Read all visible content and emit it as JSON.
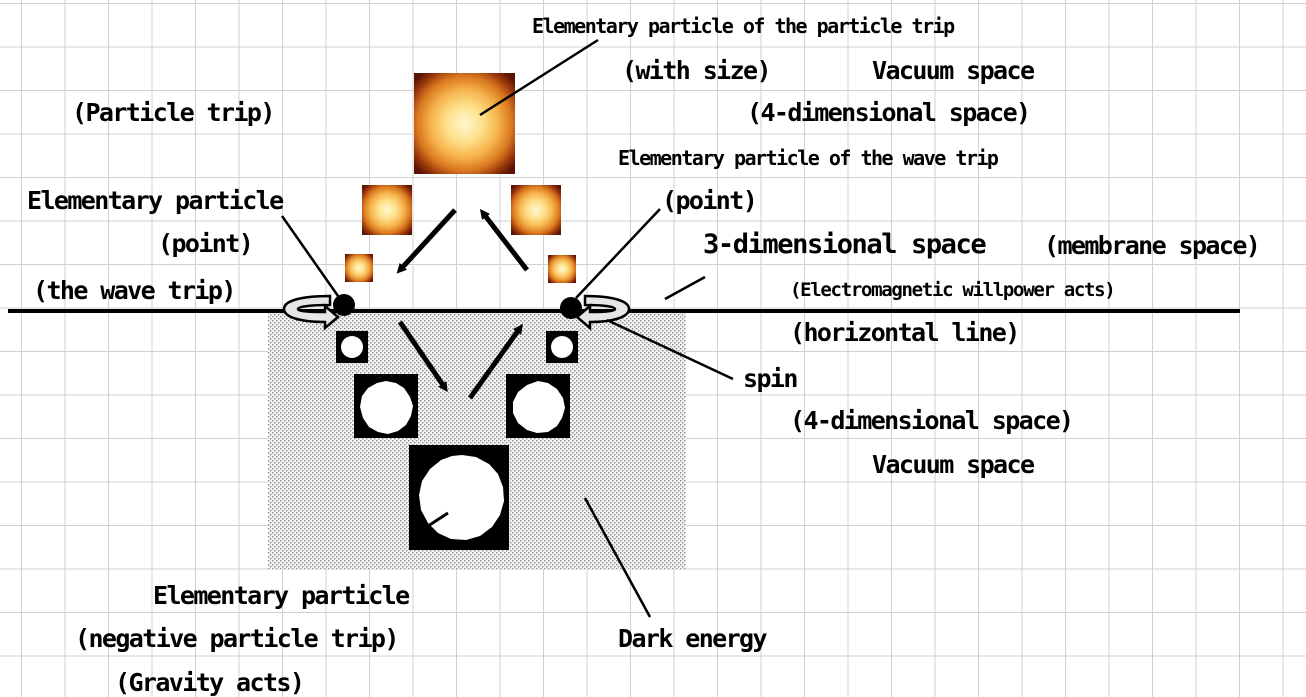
{
  "labels": {
    "particle_trip": "(Particle trip)",
    "elem_particle_particle_trip": "Elementary particle of the particle trip",
    "with_size": "(with size)",
    "vacuum_space_top": "Vacuum space",
    "four_dim_top": "(4-dimensional space)",
    "elem_particle_wave_trip": "Elementary particle of the wave trip",
    "point_right": "(point)",
    "elem_particle_left": "Elementary particle",
    "point_left": "(point)",
    "the_wave_trip": "(the wave trip)",
    "three_dim": "3-dimensional space",
    "membrane_space": "(membrane space)",
    "electromagnetic": "(Electromagnetic willpower acts)",
    "horizontal_line": "(horizontal line)",
    "spin": "spin",
    "four_dim_bottom": "(4-dimensional space)",
    "vacuum_space_bottom": "Vacuum space",
    "elem_particle_bottom": "Elementary particle",
    "negative_particle_trip": "(negative particle trip)",
    "gravity_acts": "(Gravity acts)",
    "dark_energy": "Dark energy"
  },
  "colors": {
    "grid": "#d0d0d0",
    "line": "#000000",
    "particle_glow": "#fff3c2",
    "particle_mid": "#f2a13a",
    "particle_edge": "#6b1b02",
    "dark_energy_dots": "#8a8a8a"
  }
}
